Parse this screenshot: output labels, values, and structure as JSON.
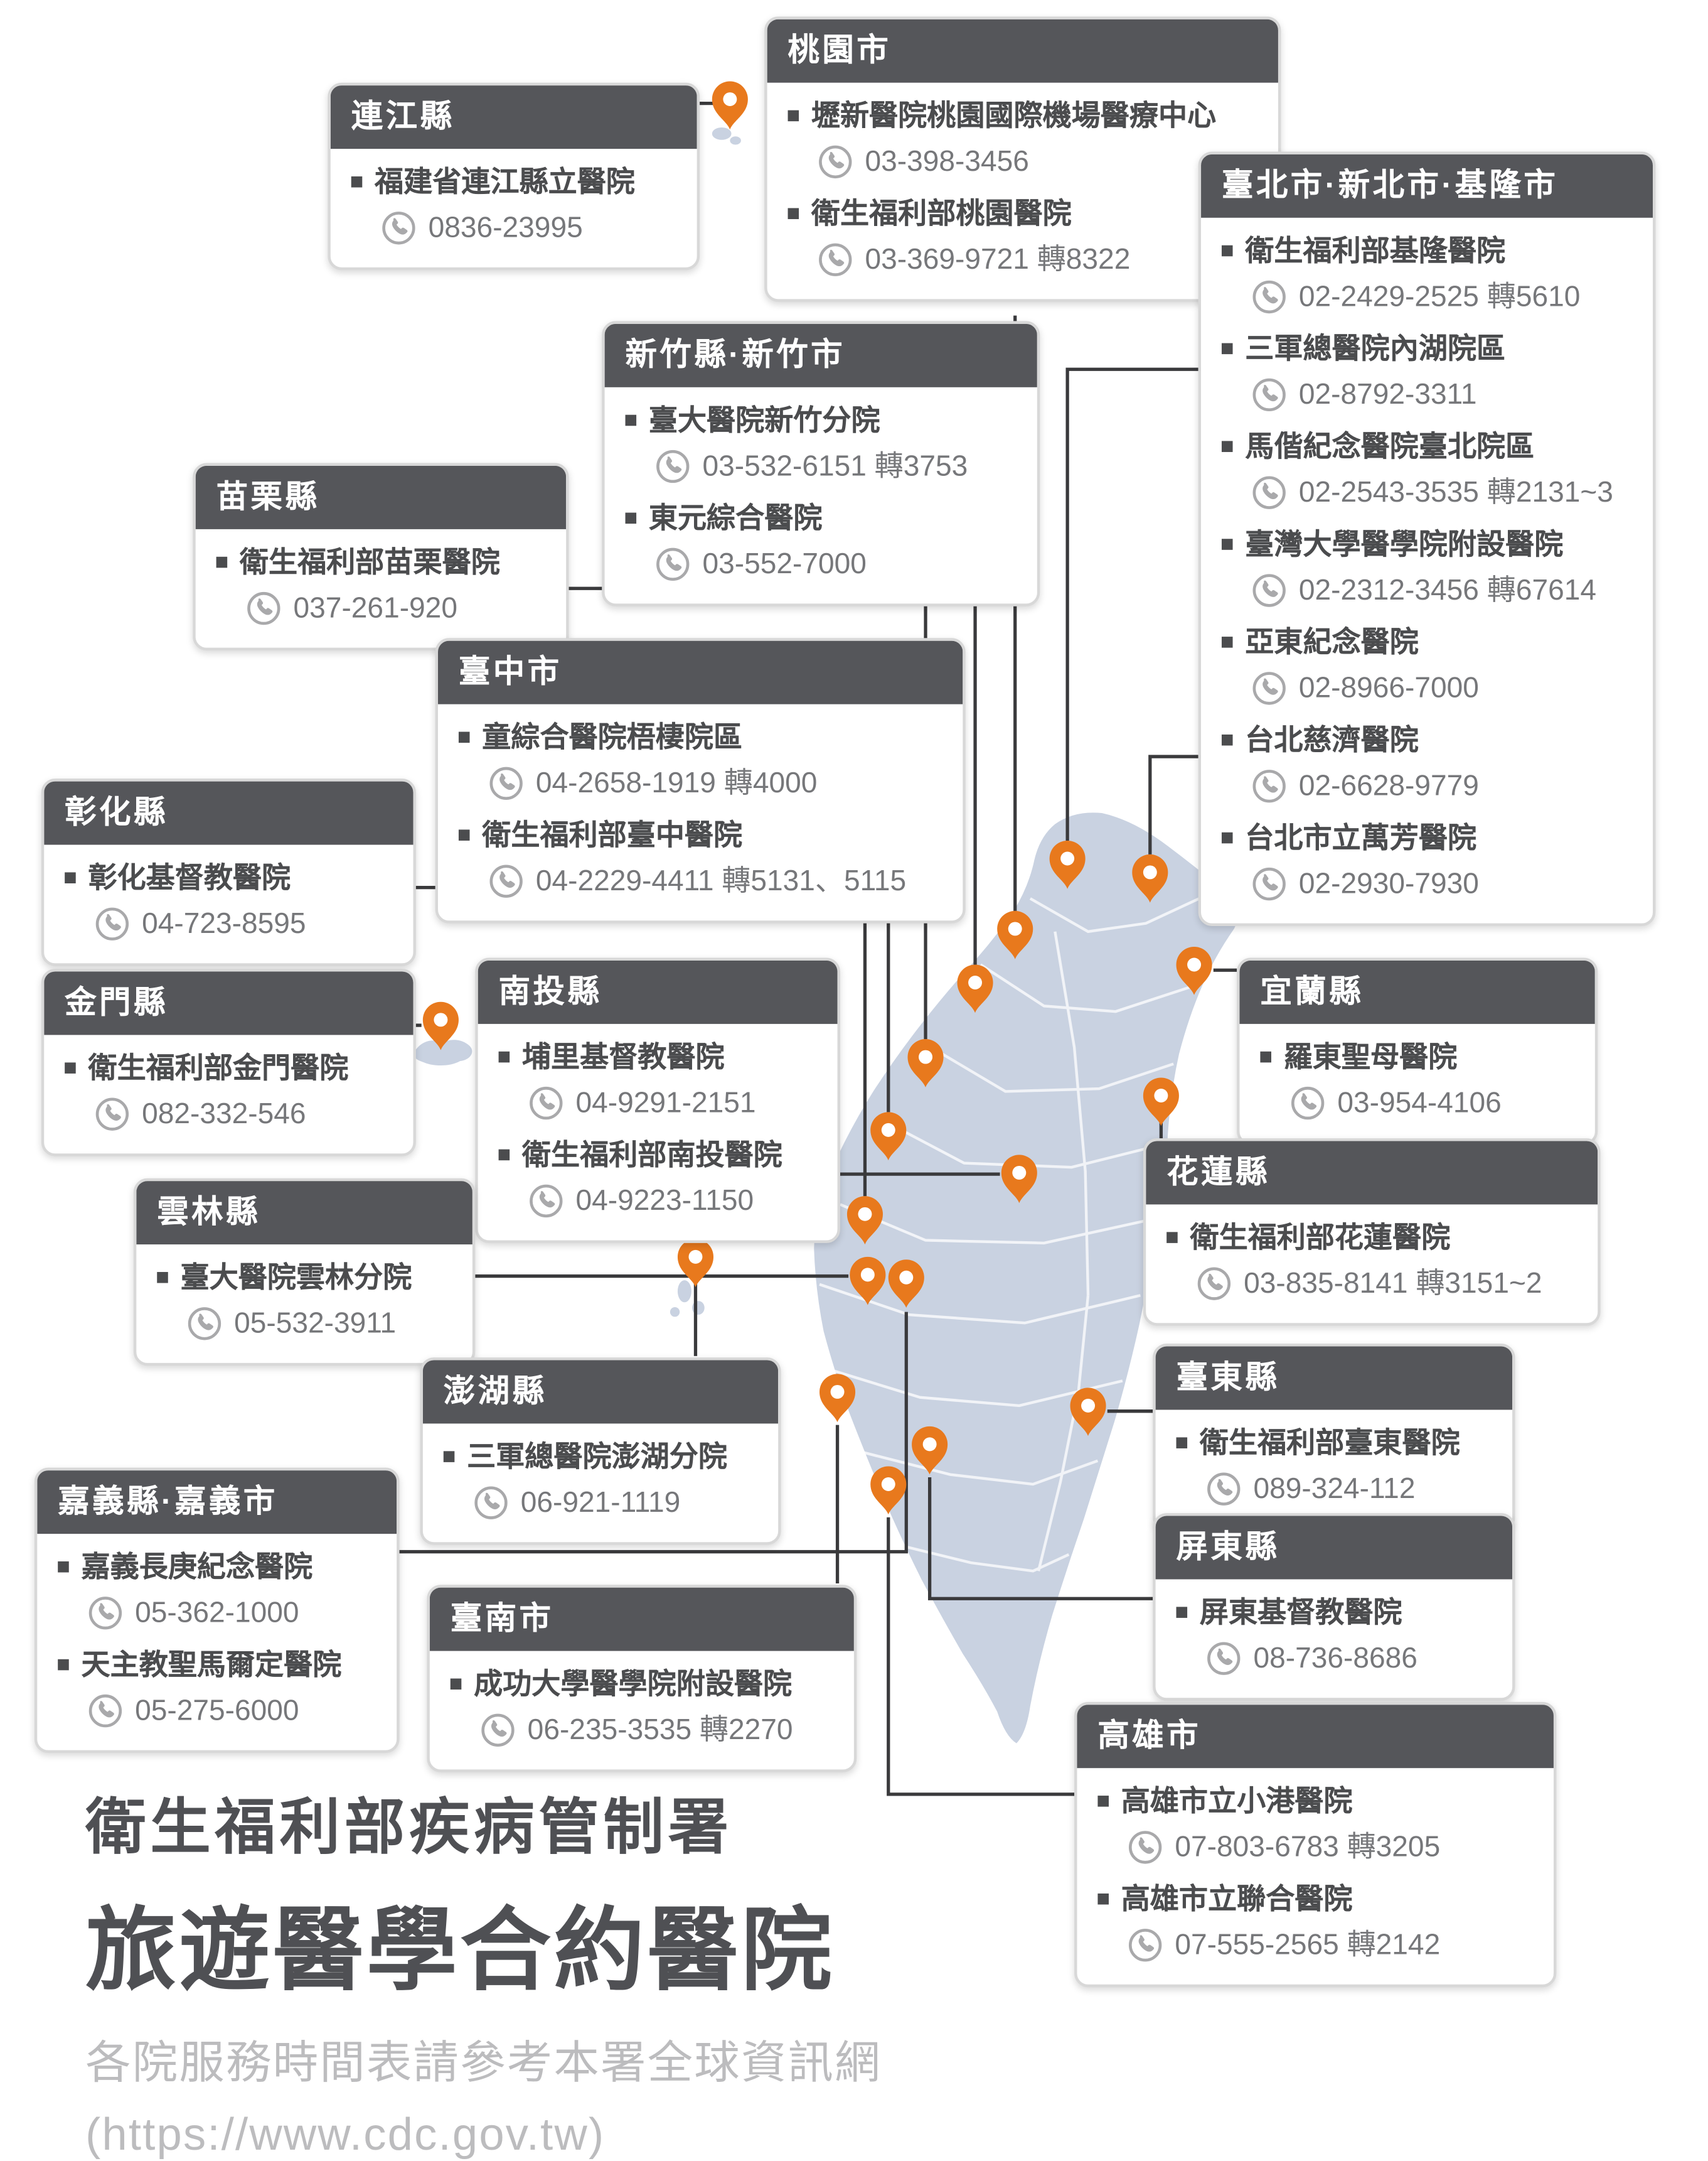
{
  "colors": {
    "accent_orange": "#e8791d",
    "header_gray": "#55565a",
    "map_fill": "#c9d2e1",
    "text_dark": "#4b4c4e",
    "text_phone": "#76777a",
    "footer_muted": "#bcbcbe"
  },
  "icons": {
    "map_pin": "orange map pin with white dot",
    "phone": "phone receiver inside circle",
    "bullet": "small dark square"
  },
  "cards": [
    {
      "region": "連江縣",
      "hospitals": [
        {
          "name": "福建省連江縣立醫院",
          "phone": "0836-23995"
        }
      ]
    },
    {
      "region": "桃園市",
      "hospitals": [
        {
          "name": "壢新醫院桃園國際機場醫療中心",
          "phone": "03-398-3456"
        },
        {
          "name": "衛生福利部桃園醫院",
          "phone": "03-369-9721 轉8322"
        }
      ]
    },
    {
      "region": "臺北市·新北市·基隆市",
      "hospitals": [
        {
          "name": "衛生福利部基隆醫院",
          "phone": "02-2429-2525 轉5610"
        },
        {
          "name": "三軍總醫院內湖院區",
          "phone": "02-8792-3311"
        },
        {
          "name": "馬偕紀念醫院臺北院區",
          "phone": "02-2543-3535 轉2131~3"
        },
        {
          "name": "臺灣大學醫學院附設醫院",
          "phone": "02-2312-3456 轉67614"
        },
        {
          "name": "亞東紀念醫院",
          "phone": "02-8966-7000"
        },
        {
          "name": "台北慈濟醫院",
          "phone": "02-6628-9779"
        },
        {
          "name": "台北市立萬芳醫院",
          "phone": "02-2930-7930"
        }
      ]
    },
    {
      "region": "新竹縣·新竹市",
      "hospitals": [
        {
          "name": "臺大醫院新竹分院",
          "phone": "03-532-6151 轉3753"
        },
        {
          "name": "東元綜合醫院",
          "phone": "03-552-7000"
        }
      ]
    },
    {
      "region": "苗栗縣",
      "hospitals": [
        {
          "name": "衛生福利部苗栗醫院",
          "phone": "037-261-920"
        }
      ]
    },
    {
      "region": "臺中市",
      "hospitals": [
        {
          "name": "童綜合醫院梧棲院區",
          "phone": "04-2658-1919 轉4000"
        },
        {
          "name": "衛生福利部臺中醫院",
          "phone": "04-2229-4411 轉5131、5115"
        }
      ]
    },
    {
      "region": "彰化縣",
      "hospitals": [
        {
          "name": "彰化基督教醫院",
          "phone": "04-723-8595"
        }
      ]
    },
    {
      "region": "金門縣",
      "hospitals": [
        {
          "name": "衛生福利部金門醫院",
          "phone": "082-332-546"
        }
      ]
    },
    {
      "region": "南投縣",
      "hospitals": [
        {
          "name": "埔里基督教醫院",
          "phone": "04-9291-2151"
        },
        {
          "name": "衛生福利部南投醫院",
          "phone": "04-9223-1150"
        }
      ]
    },
    {
      "region": "雲林縣",
      "hospitals": [
        {
          "name": "臺大醫院雲林分院",
          "phone": "05-532-3911"
        }
      ]
    },
    {
      "region": "宜蘭縣",
      "hospitals": [
        {
          "name": "羅東聖母醫院",
          "phone": "03-954-4106"
        }
      ]
    },
    {
      "region": "花蓮縣",
      "hospitals": [
        {
          "name": "衛生福利部花蓮醫院",
          "phone": "03-835-8141 轉3151~2"
        }
      ]
    },
    {
      "region": "臺東縣",
      "hospitals": [
        {
          "name": "衛生福利部臺東醫院",
          "phone": "089-324-112"
        }
      ]
    },
    {
      "region": "澎湖縣",
      "hospitals": [
        {
          "name": "三軍總醫院澎湖分院",
          "phone": "06-921-1119"
        }
      ]
    },
    {
      "region": "嘉義縣·嘉義市",
      "hospitals": [
        {
          "name": "嘉義長庚紀念醫院",
          "phone": "05-362-1000"
        },
        {
          "name": "天主教聖馬爾定醫院",
          "phone": "05-275-6000"
        }
      ]
    },
    {
      "region": "臺南市",
      "hospitals": [
        {
          "name": "成功大學醫學院附設醫院",
          "phone": "06-235-3535 轉2270"
        }
      ]
    },
    {
      "region": "屏東縣",
      "hospitals": [
        {
          "name": "屏東基督教醫院",
          "phone": "08-736-8686"
        }
      ]
    },
    {
      "region": "高雄市",
      "hospitals": [
        {
          "name": "高雄市立小港醫院",
          "phone": "07-803-6783 轉3205"
        },
        {
          "name": "高雄市立聯合醫院",
          "phone": "07-555-2565 轉2142"
        }
      ]
    }
  ],
  "footer": {
    "org": "衛生福利部疾病管制署",
    "title": "旅遊醫學合約醫院",
    "note1": "各院服務時間表請參考本署全球資訊網",
    "note2": "(https://www.cdc.gov.tw)"
  }
}
